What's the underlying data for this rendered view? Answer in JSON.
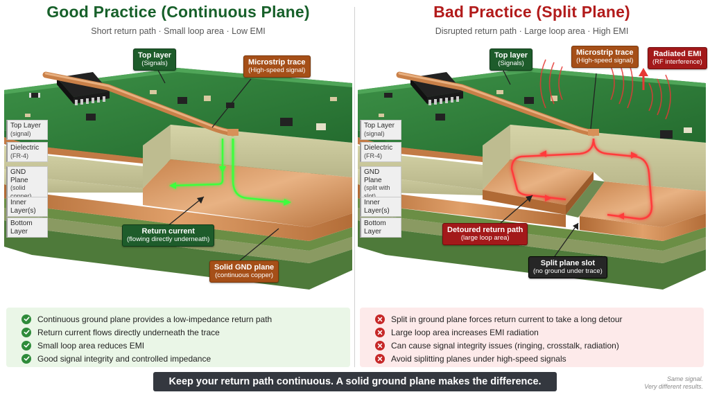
{
  "good": {
    "title": "Good Practice (Continuous Plane)",
    "subtitle": "Short return path   ·   Small loop area   ·   Low EMI",
    "callouts": {
      "top_layer": {
        "title": "Top layer",
        "sub": "(Signals)"
      },
      "microstrip": {
        "title": "Microstrip trace",
        "sub": "(High-speed signal)"
      },
      "return_current": {
        "title": "Return current",
        "sub": "(flowing directly underneath)"
      },
      "solid_gnd": {
        "title": "Solid GND plane",
        "sub": "(continuous copper)"
      }
    },
    "layers": [
      {
        "name": "Top Layer",
        "sub": "(signal)"
      },
      {
        "name": "Dielectric",
        "sub": "(FR-4)"
      },
      {
        "name": "GND Plane",
        "sub": "(solid copper)"
      },
      {
        "name": "Inner Layer(s)",
        "sub": ""
      },
      {
        "name": "Bottom Layer",
        "sub": ""
      }
    ],
    "notes": [
      "Continuous ground plane provides a low-impedance return path",
      "Return current flows directly underneath the trace",
      "Small loop area reduces EMI",
      "Good signal integrity and controlled impedance"
    ],
    "note_icon": "check-icon",
    "accent": "#17602a"
  },
  "bad": {
    "title": "Bad Practice (Split Plane)",
    "subtitle": "Disrupted return path   ·   Large loop area   ·   High EMI",
    "callouts": {
      "top_layer": {
        "title": "Top layer",
        "sub": "(Signals)"
      },
      "microstrip": {
        "title": "Microstrip trace",
        "sub": "(High-speed signal)"
      },
      "radiated_emi": {
        "title": "Radiated EMI",
        "sub": "(RF interference)"
      },
      "detoured": {
        "title": "Detoured return path",
        "sub": "(large loop area)"
      },
      "split_slot": {
        "title": "Split plane slot",
        "sub": "(no ground under trace)"
      }
    },
    "layers": [
      {
        "name": "Top Layer",
        "sub": "(signal)"
      },
      {
        "name": "Dielectric",
        "sub": "(FR-4)"
      },
      {
        "name": "GND Plane",
        "sub": "(split with slot)"
      },
      {
        "name": "Inner Layer(s)",
        "sub": ""
      },
      {
        "name": "Bottom Layer",
        "sub": ""
      }
    ],
    "notes": [
      "Split in ground plane forces return current to take a long detour",
      "Large loop area increases EMI radiation",
      "Can cause signal integrity issues (ringing, crosstalk, radiation)",
      "Avoid siplitting planes under high-speed signals"
    ],
    "note_icon": "x-icon",
    "accent": "#b21b1b"
  },
  "banner": "Keep your return path continuous. A solid ground plane makes the difference.",
  "footnote": {
    "line1": "Same signal.",
    "line2": "Very different results."
  },
  "colors": {
    "pcb_green": "#2f7d3a",
    "copper": "#c9844f",
    "fr4": "#c8c69a",
    "good_current": "#3cff3c",
    "bad_current": "#ff3b3b"
  }
}
